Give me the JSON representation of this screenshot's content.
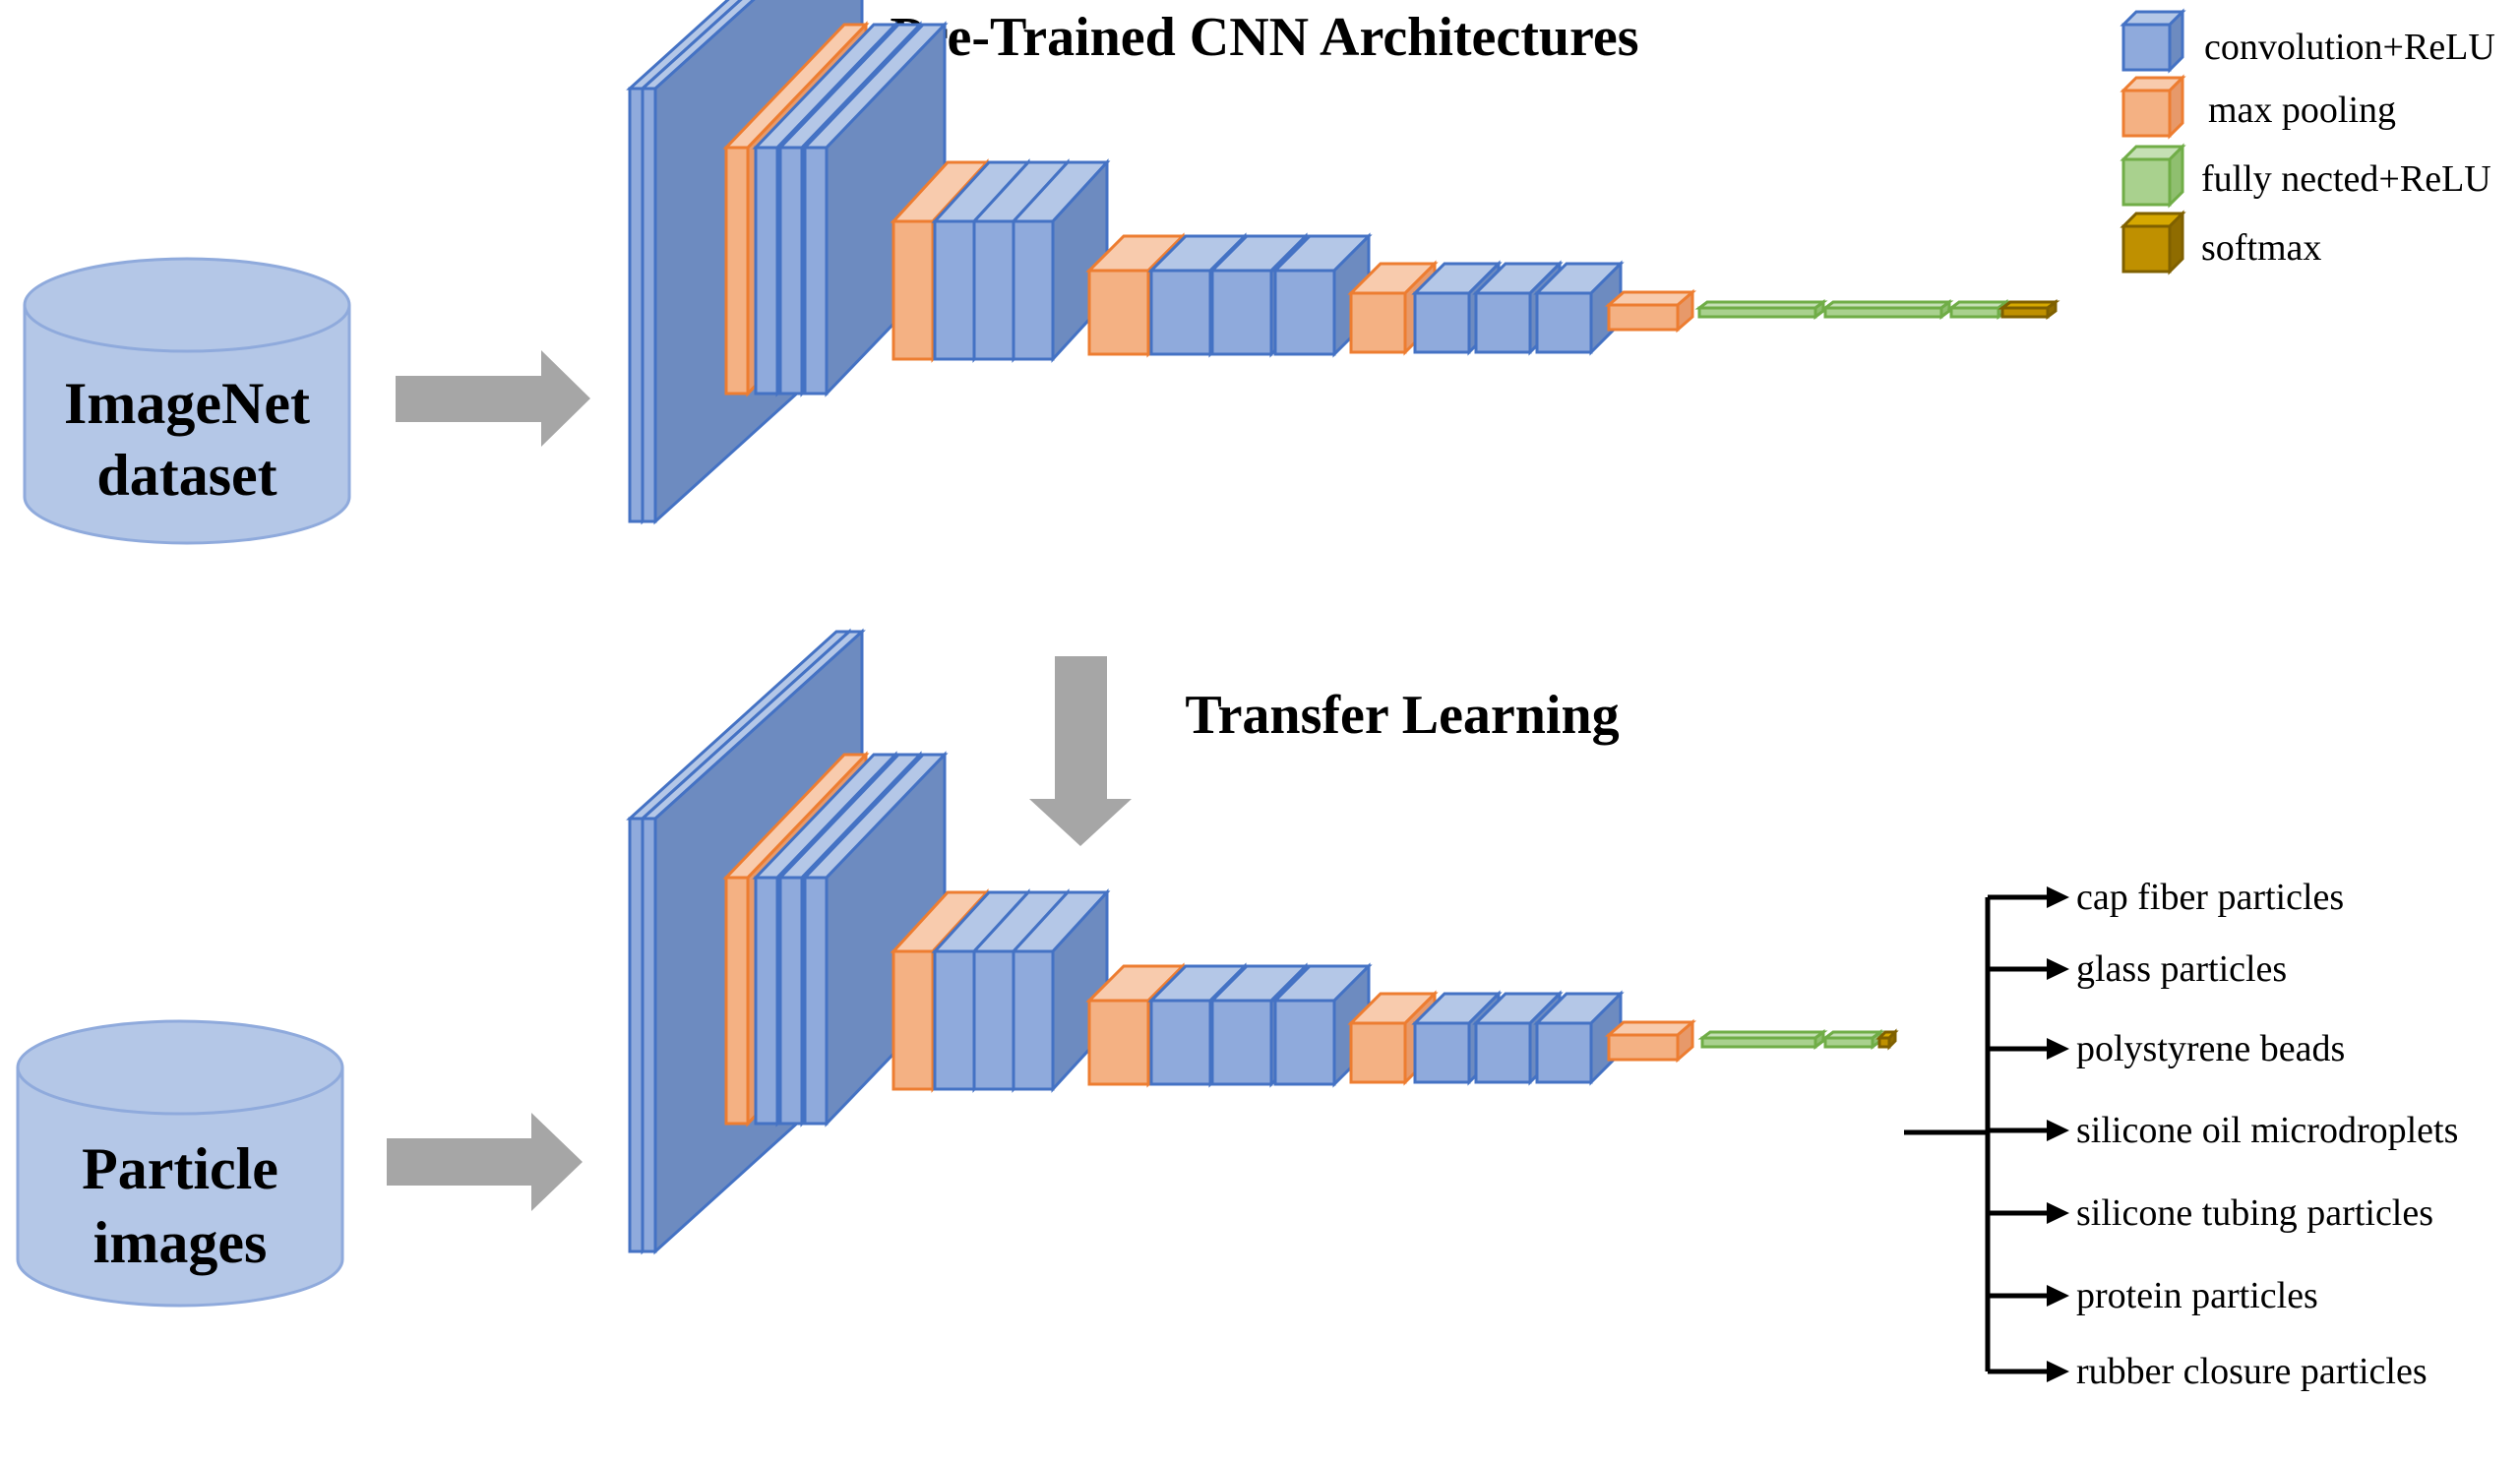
{
  "title": "Pre-Trained CNN Architectures",
  "transfer_label": "Transfer Learning",
  "datasets": {
    "source": {
      "line1": "ImageNet",
      "line2": "dataset"
    },
    "target": {
      "line1": "Particle",
      "line2": "images"
    }
  },
  "legend": [
    {
      "label": "convolution+ReLU",
      "icon": "conv-cube-icon",
      "color": "#8faadc"
    },
    {
      "label": "max pooling",
      "icon": "pool-cube-icon",
      "color": "#f4b183"
    },
    {
      "label": "fully nected+ReLU",
      "icon": "fc-cube-icon",
      "color": "#a9d18e"
    },
    {
      "label": "softmax",
      "icon": "softmax-cube-icon",
      "color": "#bf9000"
    }
  ],
  "classes": [
    "cap fiber particles",
    "glass particles",
    "polystyrene beads",
    "silicone oil microdroplets",
    "silicone tubing particles",
    "protein particles",
    "rubber closure particles"
  ],
  "colors": {
    "conv_face": "#8faadc",
    "conv_side": "#6d8bc0",
    "conv_stroke": "#4472c4",
    "pool_face": "#f4b183",
    "pool_stroke": "#ed7d31",
    "fc_face": "#a9d18e",
    "fc_stroke": "#70ad47",
    "softmax_face": "#bf9000",
    "softmax_stroke": "#7f6000",
    "db_fill": "#b4c7e7",
    "db_stroke": "#8faadc",
    "arrow": "#a6a6a6"
  }
}
